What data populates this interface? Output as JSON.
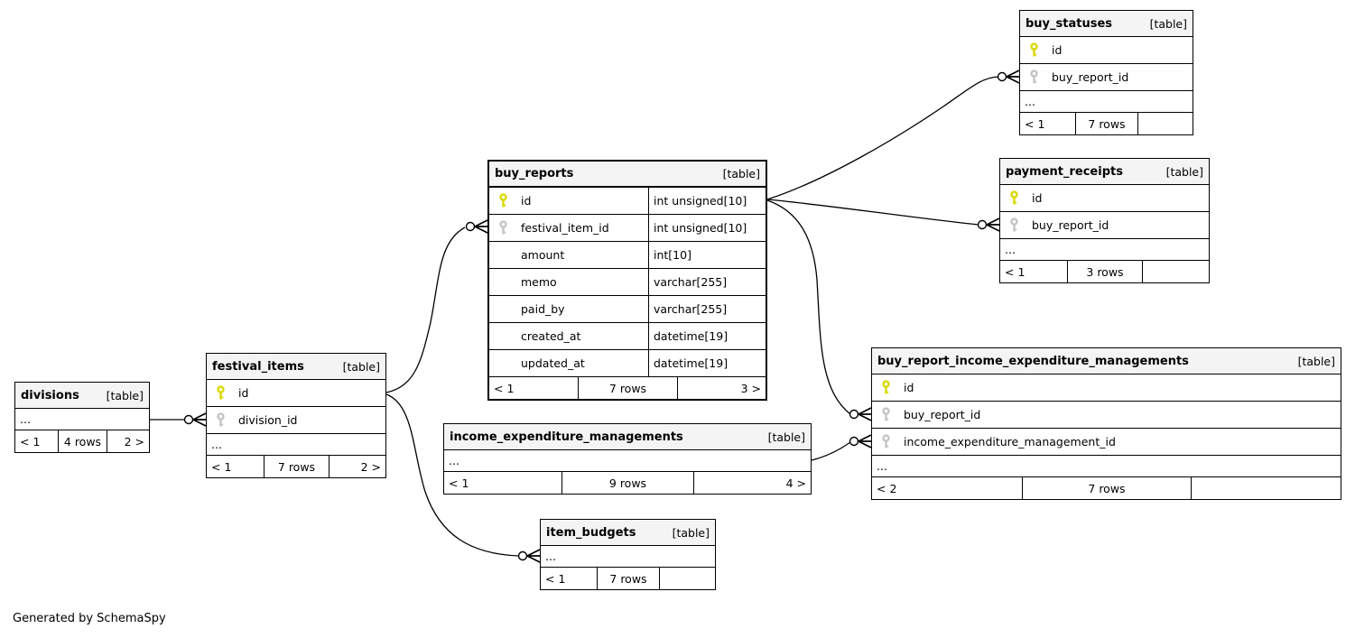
{
  "diagram": {
    "generator_note": "Generated by SchemaSpy",
    "ellipsis_label": "...",
    "colors": {
      "pk_key": "#d9d900",
      "fk_key": "#c4c4c4",
      "header_bg": "#f4f4f4",
      "border": "#000000",
      "edge": "#000000"
    },
    "tables": [
      {
        "id": "divisions",
        "name": "divisions",
        "tag": "[table]",
        "columns": [],
        "ellipsis": true,
        "footer": [
          "< 1",
          "4 rows",
          "2 >"
        ]
      },
      {
        "id": "festival_items",
        "name": "festival_items",
        "tag": "[table]",
        "columns": [
          {
            "name": "id",
            "key": "pk",
            "type": ""
          },
          {
            "name": "division_id",
            "key": "fk",
            "type": ""
          }
        ],
        "ellipsis": true,
        "footer": [
          "< 1",
          "7 rows",
          "2 >"
        ]
      },
      {
        "id": "buy_reports",
        "name": "buy_reports",
        "tag": "[table]",
        "emphasis": true,
        "columns": [
          {
            "name": "id",
            "key": "pk",
            "type": "int unsigned[10]"
          },
          {
            "name": "festival_item_id",
            "key": "fk",
            "type": "int unsigned[10]"
          },
          {
            "name": "amount",
            "key": "",
            "type": "int[10]"
          },
          {
            "name": "memo",
            "key": "",
            "type": "varchar[255]"
          },
          {
            "name": "paid_by",
            "key": "",
            "type": "varchar[255]"
          },
          {
            "name": "created_at",
            "key": "",
            "type": "datetime[19]"
          },
          {
            "name": "updated_at",
            "key": "",
            "type": "datetime[19]"
          }
        ],
        "ellipsis": false,
        "footer": [
          "< 1",
          "7 rows",
          "3 >"
        ]
      },
      {
        "id": "buy_statuses",
        "name": "buy_statuses",
        "tag": "[table]",
        "columns": [
          {
            "name": "id",
            "key": "pk",
            "type": ""
          },
          {
            "name": "buy_report_id",
            "key": "fk",
            "type": ""
          }
        ],
        "ellipsis": true,
        "footer": [
          "< 1",
          "7 rows",
          ""
        ]
      },
      {
        "id": "payment_receipts",
        "name": "payment_receipts",
        "tag": "[table]",
        "columns": [
          {
            "name": "id",
            "key": "pk",
            "type": ""
          },
          {
            "name": "buy_report_id",
            "key": "fk",
            "type": ""
          }
        ],
        "ellipsis": true,
        "footer": [
          "< 1",
          "3 rows",
          ""
        ]
      },
      {
        "id": "buy_report_income_expenditure_managements",
        "name": "buy_report_income_expenditure_managements",
        "tag": "[table]",
        "columns": [
          {
            "name": "id",
            "key": "pk",
            "type": ""
          },
          {
            "name": "buy_report_id",
            "key": "fk",
            "type": ""
          },
          {
            "name": "income_expenditure_management_id",
            "key": "fk",
            "type": ""
          }
        ],
        "ellipsis": true,
        "footer": [
          "< 2",
          "7 rows",
          ""
        ]
      },
      {
        "id": "income_expenditure_managements",
        "name": "income_expenditure_managements",
        "tag": "[table]",
        "columns": [],
        "ellipsis": true,
        "footer": [
          "< 1",
          "9 rows",
          "4 >"
        ]
      },
      {
        "id": "item_budgets",
        "name": "item_budgets",
        "tag": "[table]",
        "columns": [],
        "ellipsis": true,
        "footer": [
          "< 1",
          "7 rows",
          ""
        ]
      }
    ],
    "relationships": [
      {
        "parent": "buy_reports.id",
        "child": "buy_statuses.buy_report_id"
      },
      {
        "parent": "buy_reports.id",
        "child": "payment_receipts.buy_report_id"
      },
      {
        "parent": "buy_reports.id",
        "child": "buy_report_income_expenditure_managements.buy_report_id"
      },
      {
        "parent": "income_expenditure_managements",
        "child": "buy_report_income_expenditure_managements.income_expenditure_management_id"
      },
      {
        "parent": "festival_items.id",
        "child": "buy_reports.festival_item_id"
      },
      {
        "parent": "festival_items.id",
        "child": "item_budgets"
      },
      {
        "parent": "divisions",
        "child": "festival_items.division_id"
      }
    ]
  }
}
